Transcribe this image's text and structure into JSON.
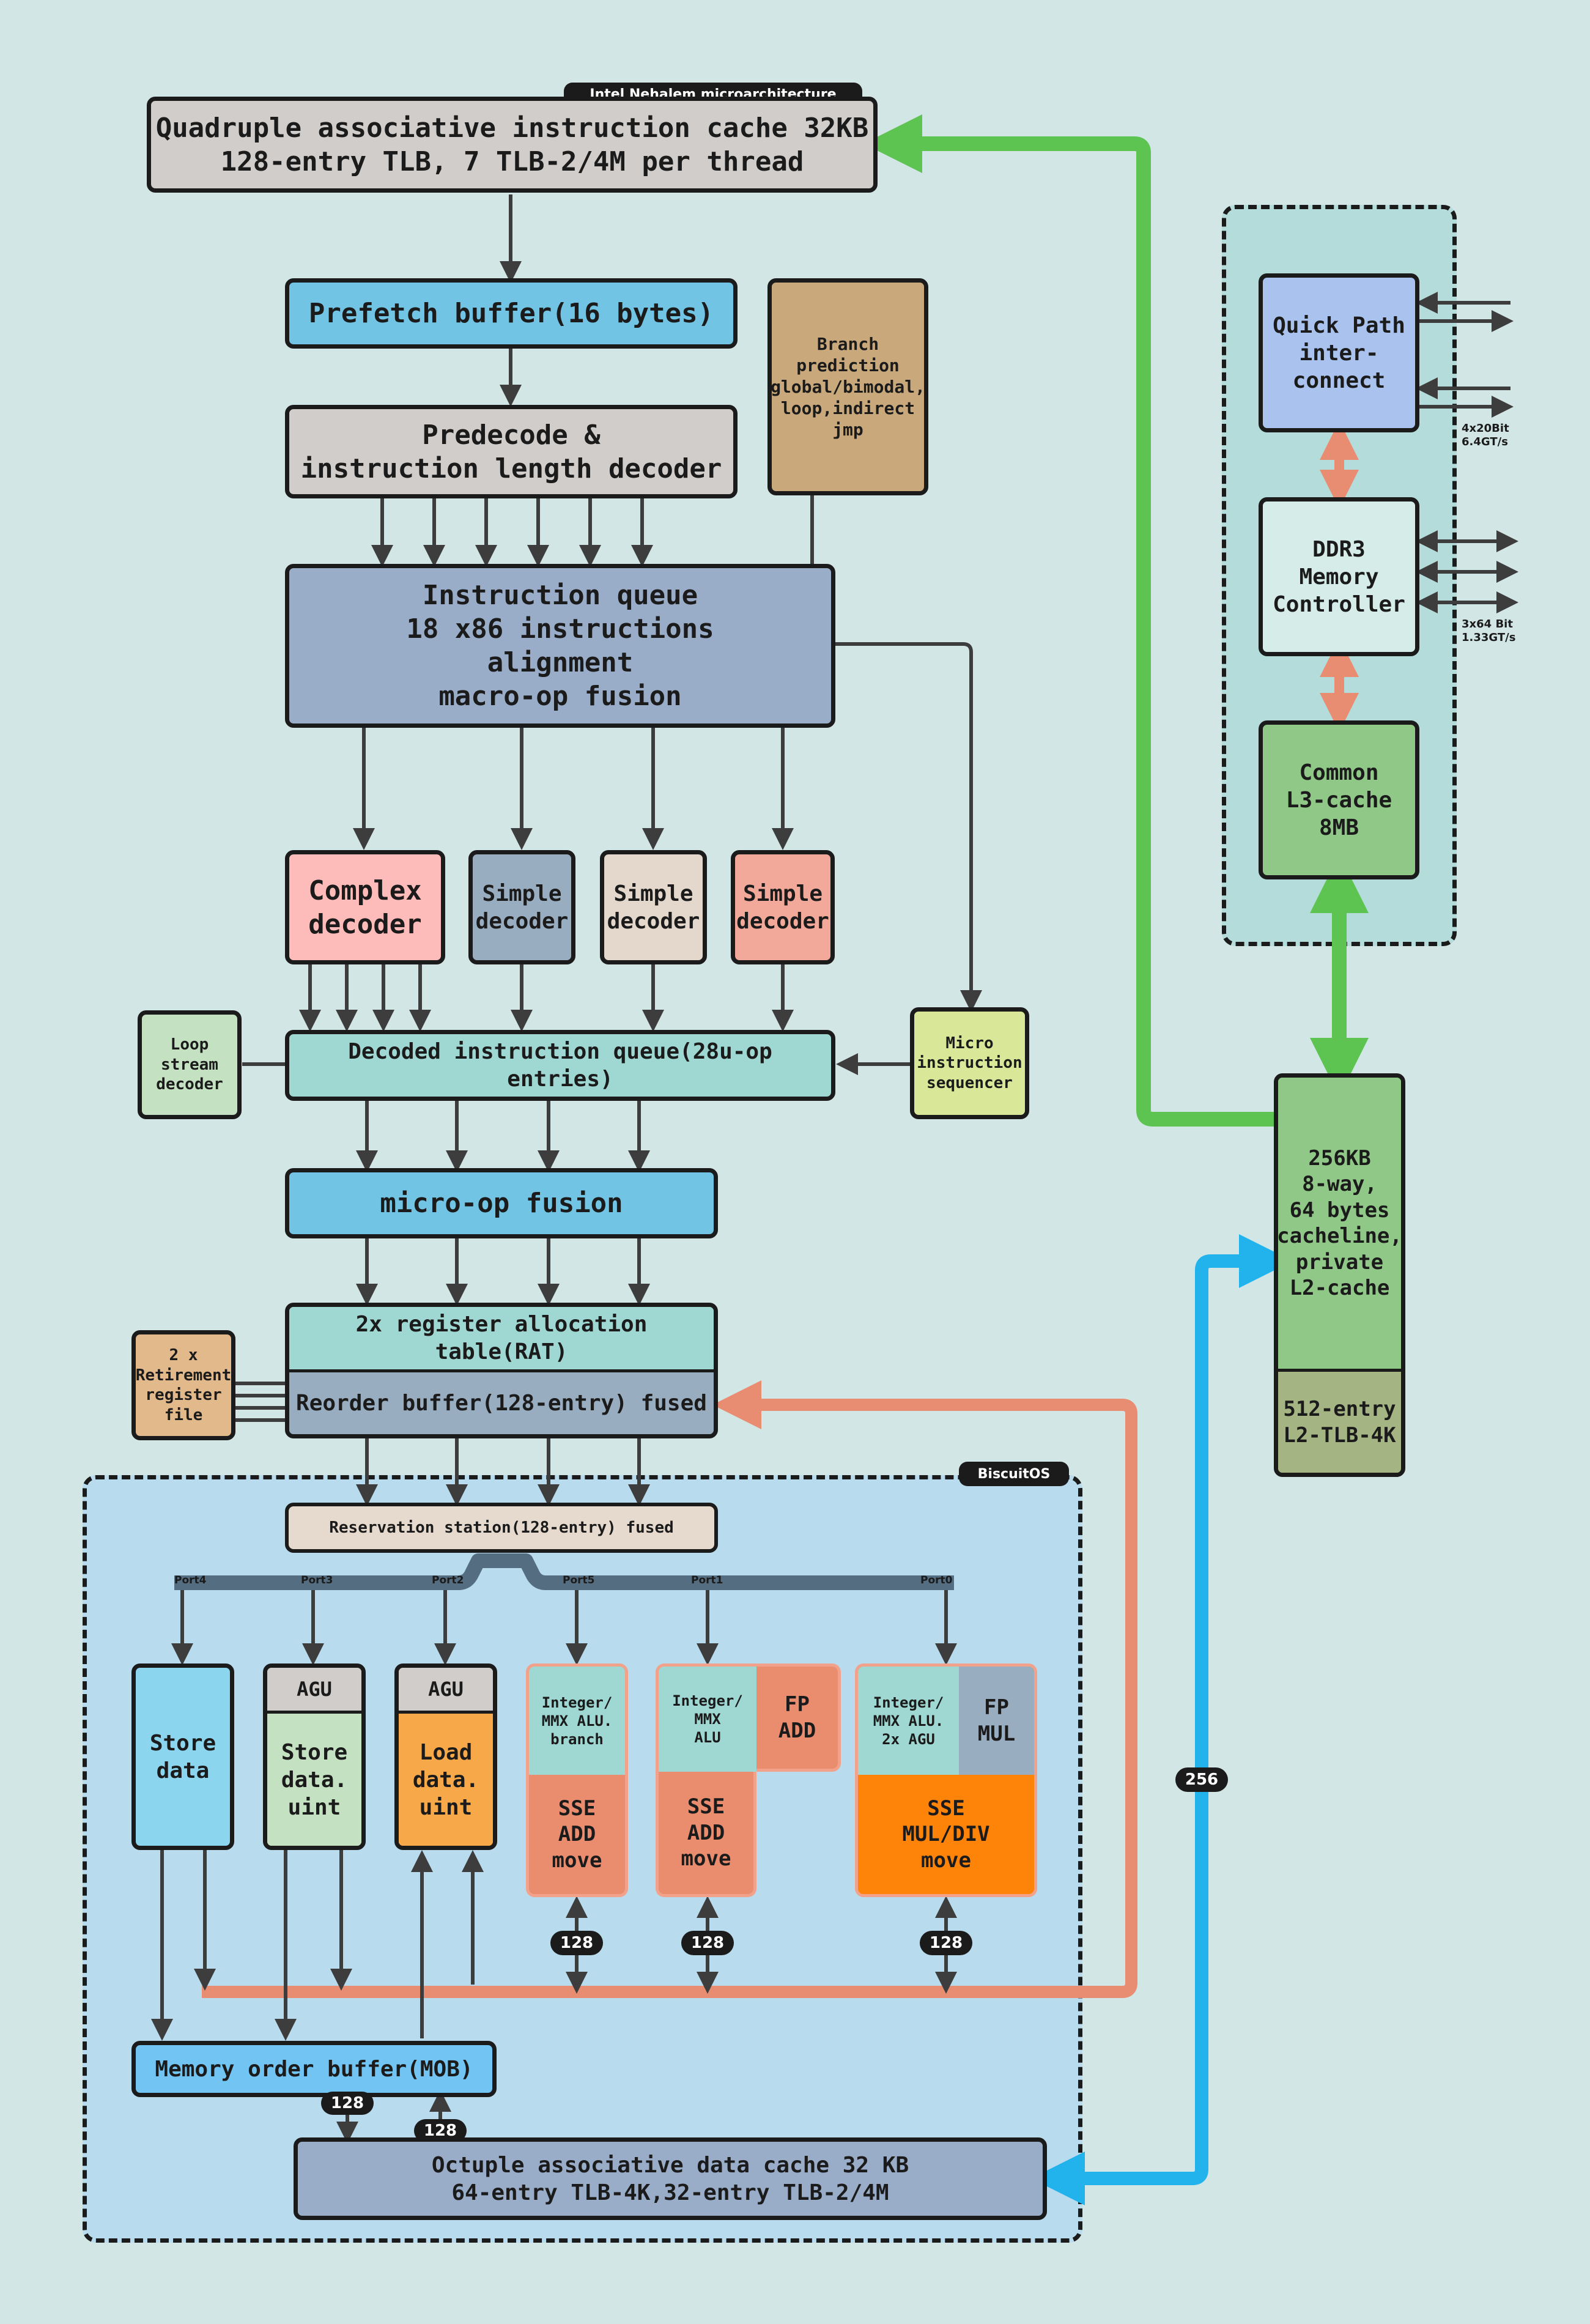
{
  "tags": {
    "title": "Intel Nehalem microarchitecture",
    "os": "BiscuitOS"
  },
  "front": {
    "icache": "Quadruple associative instruction cache 32KB\n128-entry TLB, 7 TLB-2/4M per thread",
    "prefetch": "Prefetch buffer(16 bytes)",
    "predecode": "Predecode &\ninstruction length decoder",
    "branch": "Branch\nprediction\nglobal/bimodal,\nloop,indirect\njmp",
    "iqueue": "Instruction queue\n18 x86 instructions\nalignment\nmacro-op fusion",
    "complex": "Complex\ndecoder",
    "simple": "Simple\ndecoder",
    "loop": "Loop\nstream\ndecoder",
    "dq": "Decoded instruction queue(28u-op entries)",
    "micro": "Micro\ninstruction\nsequencer",
    "fusion": "micro-op fusion",
    "retire": "2 x\nRetirement\nregister\nfile",
    "rat": "2x register allocation table(RAT)",
    "rob": "Reorder buffer(128-entry) fused"
  },
  "exec": {
    "rs": "Reservation station(128-entry) fused",
    "ports": [
      "Port4",
      "Port3",
      "Port2",
      "Port5",
      "Port1",
      "Port0"
    ],
    "store_data": "Store\ndata",
    "agu": "AGU",
    "store_unit": "Store\ndata.\nuint",
    "load_unit": "Load\ndata.\nuint",
    "int_branch": "Integer/\nMMX ALU.\nbranch",
    "int_alu": "Integer/\nMMX\nALU",
    "int_agu": "Integer/\nMMX ALU.\n2x AGU",
    "fp_add": "FP\nADD",
    "fp_mul": "FP\nMUL",
    "sse_add": "SSE\nADD\nmove",
    "sse_mul": "SSE\nMUL/DIV\nmove",
    "mob": "Memory order buffer(MOB)",
    "dcache": "Octuple associative data cache 32 KB\n64-entry TLB-4K,32-entry TLB-2/4M"
  },
  "uncore": {
    "qpi": "Quick Path\ninter-\nconnect",
    "qpi_note": "4x20Bit\n6.4GT/s",
    "ddr3": "DDR3\nMemory\nController",
    "ddr3_note": "3x64 Bit\n1.33GT/s",
    "l3": "Common\nL3-cache\n8MB",
    "l2": "256KB\n8-way,\n64 bytes\ncacheline,\nprivate\nL2-cache",
    "l2tlb": "512-entry\nL2-TLB-4K"
  },
  "widths": {
    "w128": "128",
    "w256": "256"
  },
  "colors": {
    "background": "#d3e6e6",
    "green_path": "#5dc452",
    "blue_path": "#22b2ec",
    "salmon_path": "#e88d72",
    "dark": "#1b1b1b"
  }
}
